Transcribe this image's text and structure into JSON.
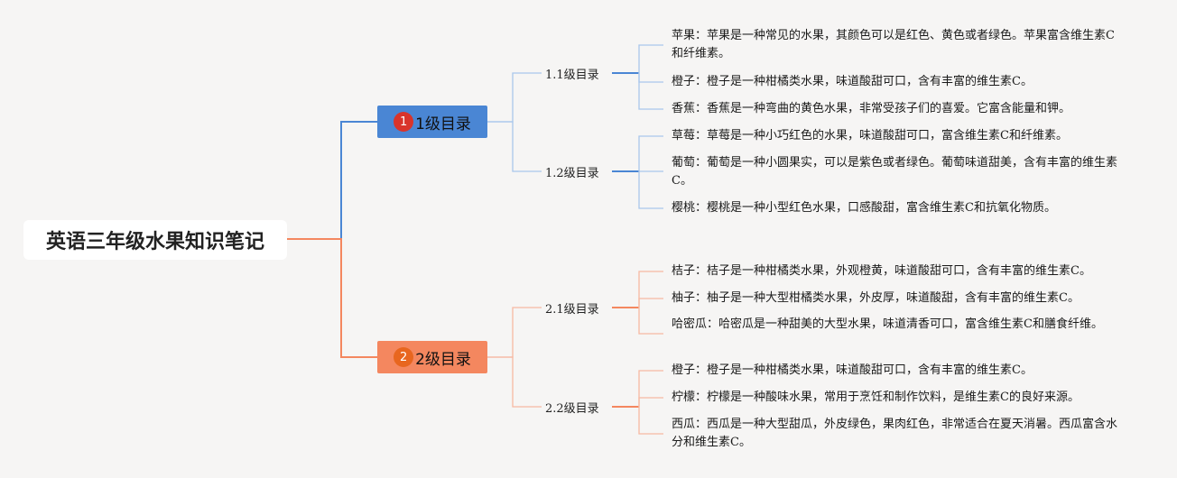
{
  "root": {
    "title": "英语三年级水果知识笔记"
  },
  "branches": [
    {
      "badge": "1",
      "label": "1级目录",
      "color": "#4a86d4",
      "children": [
        {
          "label": "1.1级目录",
          "items": [
            "苹果：苹果是一种常见的水果，其颜色可以是红色、黄色或者绿色。苹果富含维生素C和纤维素。",
            "橙子：橙子是一种柑橘类水果，味道酸甜可口，含有丰富的维生素C。",
            "香蕉：香蕉是一种弯曲的黄色水果，非常受孩子们的喜爱。它富含能量和钾。"
          ]
        },
        {
          "label": "1.2级目录",
          "items": [
            "草莓：草莓是一种小巧红色的水果，味道酸甜可口，富含维生素C和纤维素。",
            "葡萄：葡萄是一种小圆果实，可以是紫色或者绿色。葡萄味道甜美，含有丰富的维生素C。",
            "樱桃：樱桃是一种小型红色水果，口感酸甜，富含维生素C和抗氧化物质。"
          ]
        }
      ]
    },
    {
      "badge": "2",
      "label": "2级目录",
      "color": "#f4875f",
      "children": [
        {
          "label": "2.1级目录",
          "items": [
            "桔子：桔子是一种柑橘类水果，外观橙黄，味道酸甜可口，含有丰富的维生素C。",
            "柚子：柚子是一种大型柑橘类水果，外皮厚，味道酸甜，含有丰富的维生素C。",
            "哈密瓜：哈密瓜是一种甜美的大型水果，味道清香可口，富含维生素C和膳食纤维。"
          ]
        },
        {
          "label": "2.2级目录",
          "items": [
            "橙子：橙子是一种柑橘类水果，味道酸甜可口，含有丰富的维生素C。",
            "柠檬：柠檬是一种酸味水果，常用于烹饪和制作饮料，是维生素C的良好来源。",
            "西瓜：西瓜是一种大型甜瓜，外皮绿色，果肉红色，非常适合在夏天消暑。西瓜富含水分和维生素C。"
          ]
        }
      ]
    }
  ]
}
